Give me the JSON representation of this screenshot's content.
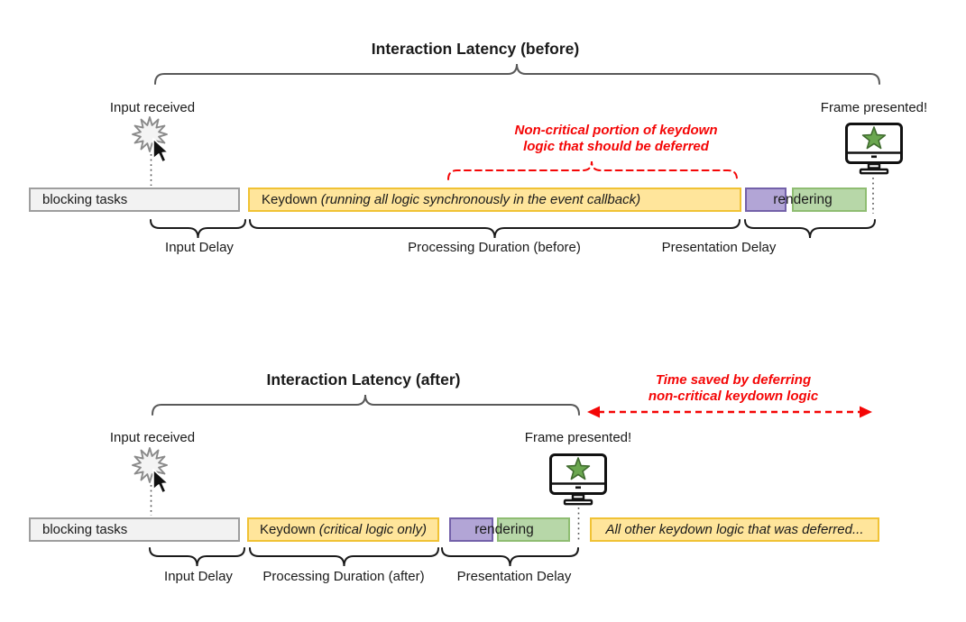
{
  "colors": {
    "annotation_red": "#f40606",
    "yellow_fill": "#ffe59b",
    "yellow_border": "#f0c235",
    "purple_fill": "#b2a5d6",
    "purple_border": "#7361a9",
    "green_fill": "#b7d7a8",
    "green_border": "#8fbd72",
    "gray_fill": "#f2f2f2",
    "gray_border": "#9e9e9e",
    "star_green": "#6ba750",
    "brace_dark": "#1a1a1a",
    "brace_gray": "#595959"
  },
  "before": {
    "title": "Interaction Latency (before)",
    "input_received_label": "Input received",
    "frame_presented_label": "Frame presented!",
    "annotation_line1": "Non-critical portion of keydown",
    "annotation_line2": "logic that should be deferred",
    "bars": {
      "blocking": "blocking tasks",
      "keydown_name": "Keydown",
      "keydown_detail": "(running all logic synchronously in the event callback)",
      "rendering": "rendering"
    },
    "duration_labels": {
      "input_delay": "Input Delay",
      "processing": "Processing Duration (before)",
      "presentation": "Presentation Delay"
    }
  },
  "after": {
    "title": "Interaction Latency (after)",
    "input_received_label": "Input received",
    "frame_presented_label": "Frame presented!",
    "annotation_line1": "Time saved by deferring",
    "annotation_line2": "non-critical keydown logic",
    "bars": {
      "blocking": "blocking tasks",
      "keydown_name": "Keydown",
      "keydown_detail": "(critical logic only)",
      "rendering": "rendering",
      "deferred": "All other keydown logic that was deferred..."
    },
    "duration_labels": {
      "input_delay": "Input Delay",
      "processing": "Processing Duration (after)",
      "presentation": "Presentation Delay"
    }
  }
}
